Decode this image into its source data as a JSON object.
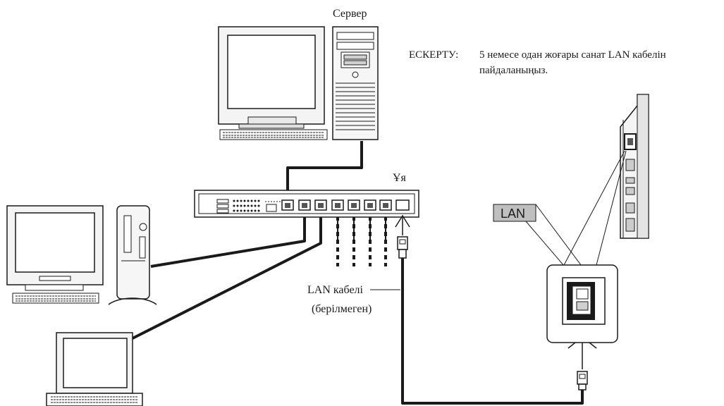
{
  "labels": {
    "server": "Сервер",
    "hub": "Ұя",
    "note_label": "ЕСКЕРТУ:",
    "note_line1": "5 немесе одан жоғары санат LAN кабелін",
    "note_line2": "пайдаланыңыз.",
    "lan_cable": "LAN кабелі",
    "not_supplied": "(берілмеген)",
    "lan_port": "LAN"
  }
}
